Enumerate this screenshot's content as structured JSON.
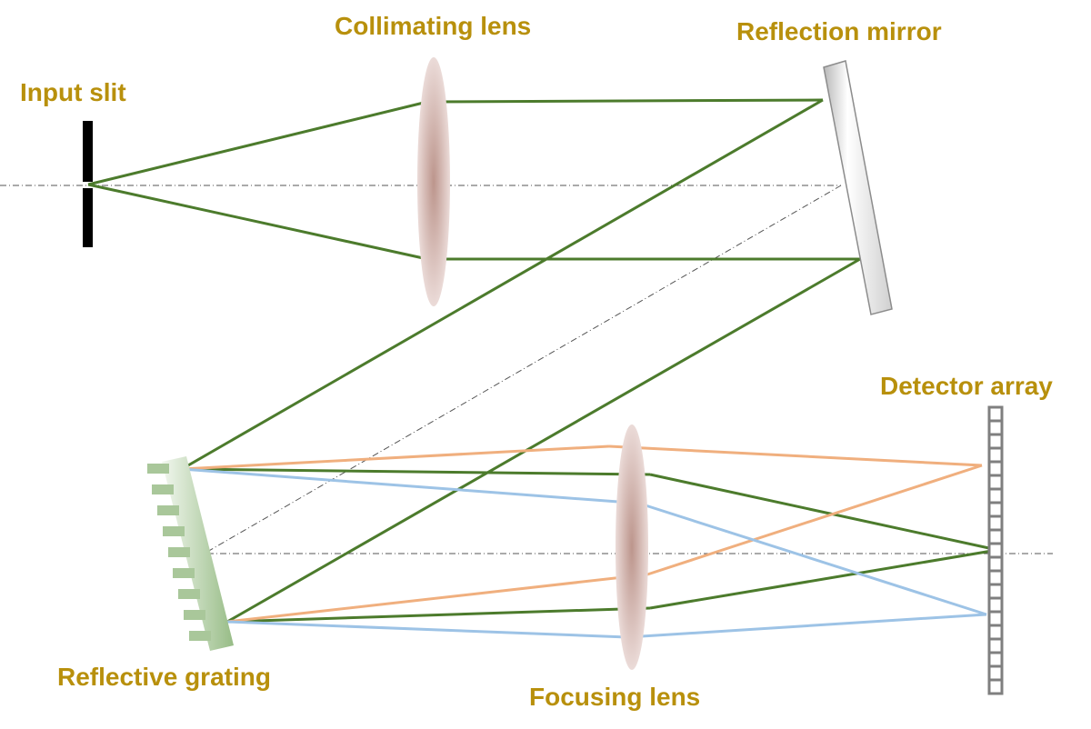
{
  "labels": {
    "input_slit": "Input slit",
    "collimating_lens": "Collimating lens",
    "reflection_mirror": "Reflection mirror",
    "detector_array": "Detector array",
    "reflective_grating": "Reflective grating",
    "focusing_lens": "Focusing lens"
  },
  "colors": {
    "label": "#B8900C",
    "beam_green": "#4C7B2C",
    "beam_orange": "#F0AF7E",
    "beam_blue": "#9DC3E6",
    "slit": "#000000",
    "lens": "#C09890",
    "mirror": "#D8D8D8",
    "grating": "#A9C79A",
    "detector": "#7F7F7F",
    "axis": "#555555"
  }
}
